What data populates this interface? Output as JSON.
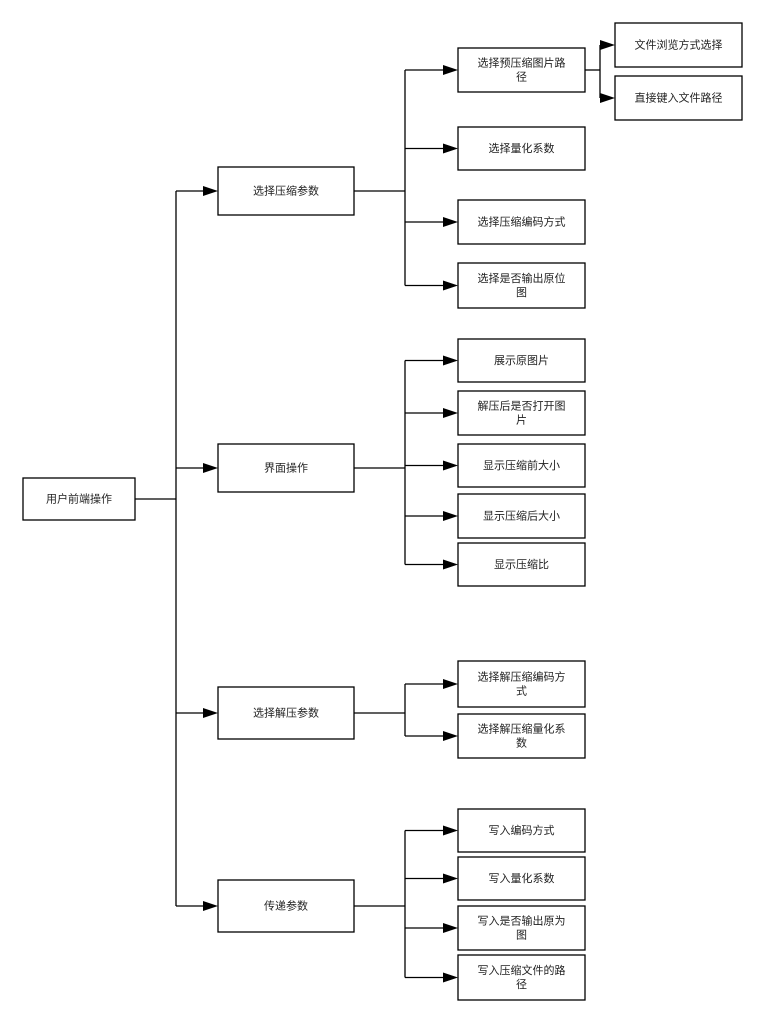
{
  "diagram": {
    "type": "tree",
    "root": {
      "id": "root",
      "label": [
        "用户前端操作"
      ]
    },
    "branches": [
      {
        "id": "c1",
        "label": [
          "选择压缩参数"
        ],
        "children": [
          {
            "id": "c1a",
            "label": [
              "选择预压缩图片路",
              "径"
            ],
            "children": [
              {
                "id": "c1a1",
                "label": [
                  "文件浏览方式选择"
                ]
              },
              {
                "id": "c1a2",
                "label": [
                  "直接键入文件路径"
                ]
              }
            ]
          },
          {
            "id": "c1b",
            "label": [
              "选择量化系数"
            ]
          },
          {
            "id": "c1c",
            "label": [
              "选择压缩编码方式"
            ]
          },
          {
            "id": "c1d",
            "label": [
              "选择是否输出原位",
              "图"
            ]
          }
        ]
      },
      {
        "id": "c2",
        "label": [
          "界面操作"
        ],
        "children": [
          {
            "id": "c2a",
            "label": [
              "展示原图片"
            ]
          },
          {
            "id": "c2b",
            "label": [
              "解压后是否打开图",
              "片"
            ]
          },
          {
            "id": "c2c",
            "label": [
              "显示压缩前大小"
            ]
          },
          {
            "id": "c2d",
            "label": [
              "显示压缩后大小"
            ]
          },
          {
            "id": "c2e",
            "label": [
              "显示压缩比"
            ]
          }
        ]
      },
      {
        "id": "c3",
        "label": [
          "选择解压参数"
        ],
        "children": [
          {
            "id": "c3a",
            "label": [
              "选择解压缩编码方",
              "式"
            ]
          },
          {
            "id": "c3b",
            "label": [
              "选择解压缩量化系",
              "数"
            ]
          }
        ]
      },
      {
        "id": "c4",
        "label": [
          "传递参数"
        ],
        "children": [
          {
            "id": "c4a",
            "label": [
              "写入编码方式"
            ]
          },
          {
            "id": "c4b",
            "label": [
              "写入量化系数"
            ]
          },
          {
            "id": "c4c",
            "label": [
              "写入是否输出原为",
              "图"
            ]
          },
          {
            "id": "c4d",
            "label": [
              "写入压缩文件的路",
              "径"
            ]
          }
        ]
      }
    ]
  }
}
